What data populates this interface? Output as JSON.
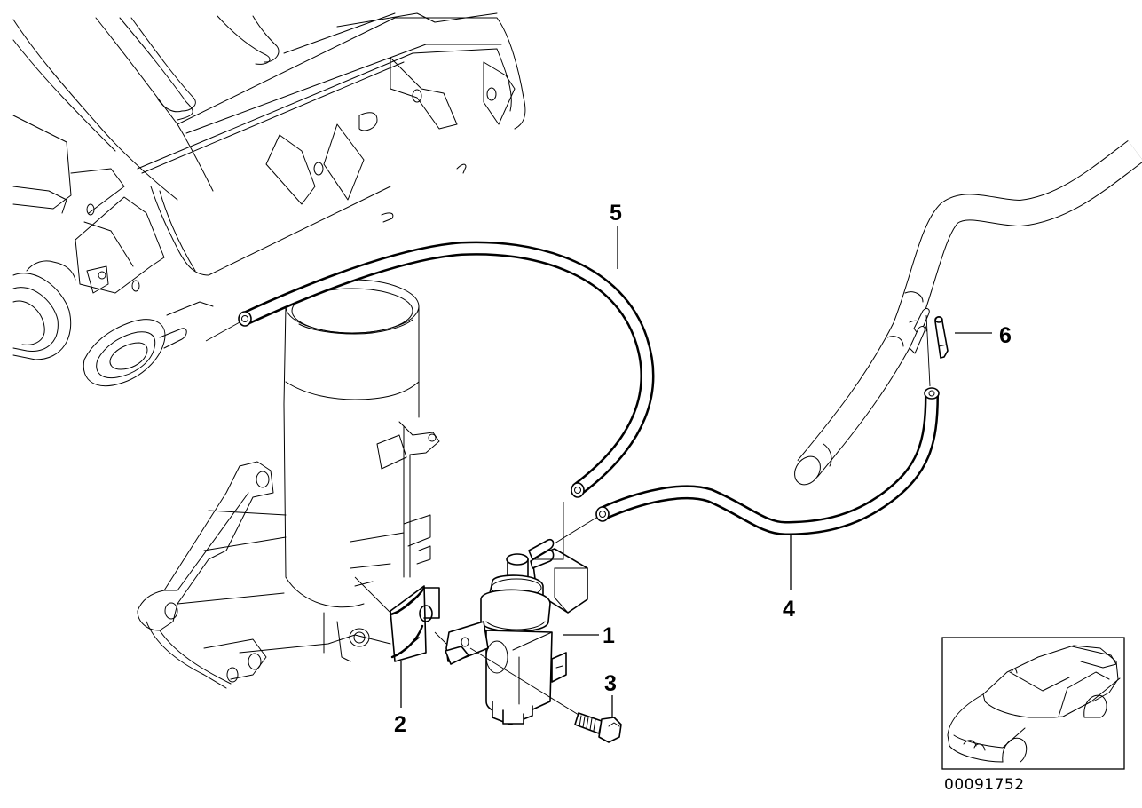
{
  "diagram": {
    "kind": "exploded parts diagram",
    "subject": "Vacuum control / pressure converter with hoses",
    "callouts": [
      {
        "number": "1",
        "part": "pressure converter (electro-pneumatic valve)"
      },
      {
        "number": "2",
        "part": "bracket clip"
      },
      {
        "number": "3",
        "part": "hex bolt"
      },
      {
        "number": "4",
        "part": "vacuum hose"
      },
      {
        "number": "5",
        "part": "vacuum hose"
      },
      {
        "number": "6",
        "part": "hose connector"
      }
    ],
    "reference_number": "00091752",
    "thumbnail": "vehicle-sedan-outline"
  }
}
